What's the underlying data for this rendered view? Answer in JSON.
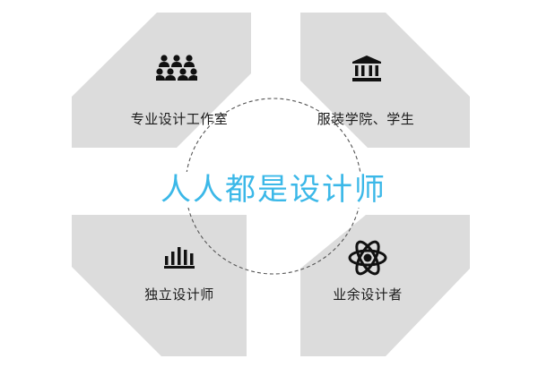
{
  "center_title": "人人都是设计师",
  "quadrants": {
    "top_left": {
      "label": "专业设计工作室",
      "icon": "group-people-icon"
    },
    "top_right": {
      "label": "服装学院、学生",
      "icon": "institution-building-icon"
    },
    "bottom_left": {
      "label": "独立设计师",
      "icon": "bar-chart-icon"
    },
    "bottom_right": {
      "label": "业余设计者",
      "icon": "atom-icon"
    }
  },
  "colors": {
    "panel": "#dcdcdc",
    "title": "#3bb8e8",
    "dashed_circle": "#555555",
    "icon": "#111111"
  }
}
